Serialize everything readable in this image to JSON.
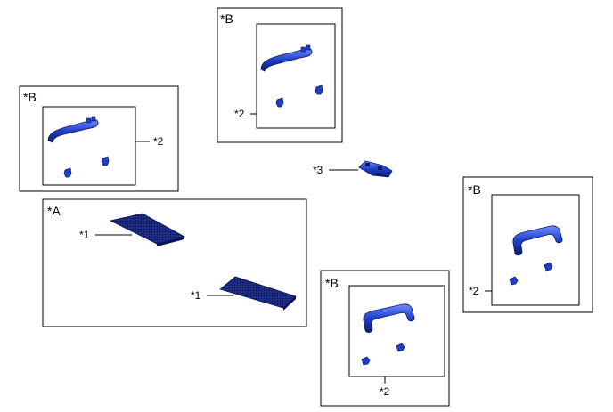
{
  "group_labels": {
    "top_center": "*B",
    "left": "*B",
    "bottom_left": "*A",
    "bottom_center": "*B",
    "right": "*B"
  },
  "callouts": {
    "top_center_clip": "*2",
    "left_clip": "*2",
    "cover_center": "*3",
    "mat_upper": "*1",
    "mat_lower": "*1",
    "bottom_center_clip": "*2",
    "right_clip": "*2"
  },
  "colors": {
    "part_dark": "#0b1a66",
    "part_mid": "#1e3fc9",
    "part_light": "#6f8cff",
    "mat_dark": "#0a1450",
    "mat_mid": "#1a2a85",
    "outline": "#000000"
  }
}
